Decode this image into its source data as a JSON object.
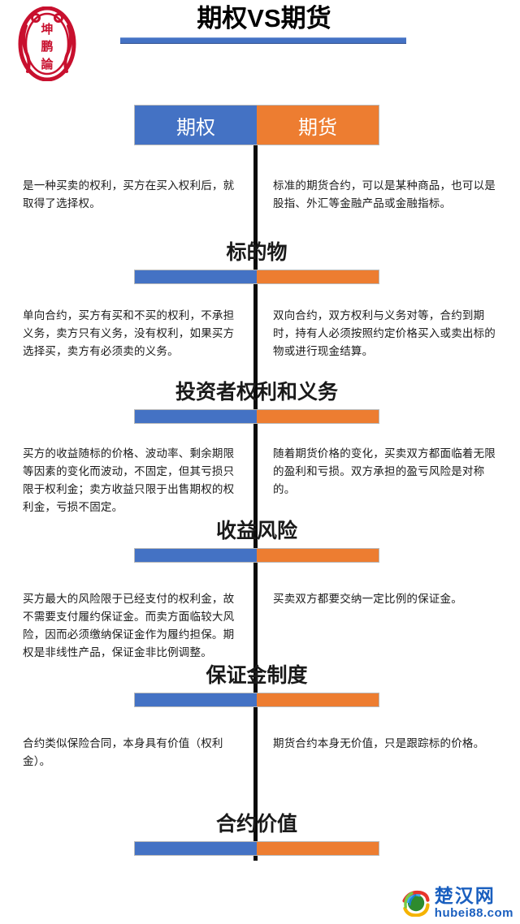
{
  "logo": {
    "name": "kunpenglun-seal",
    "characters": [
      "坤",
      "鹏",
      "論"
    ],
    "color": "#C8102E"
  },
  "header": {
    "title": "期权VS期货",
    "rule_color": "#4472C4"
  },
  "columns": {
    "left_label": "期权",
    "right_label": "期货",
    "left_color": "#4472C4",
    "right_color": "#ED7D31"
  },
  "sections": [
    {
      "heading": "标的物",
      "left": "是一种买卖的权利，买方在买入权利后，就取得了选择权。",
      "right": "标准的期货合约，可以是某种商品，也可以是股指、外汇等金融产品或金融指标。"
    },
    {
      "heading": "投资者权利和义务",
      "left": "单向合约，买方有买和不买的权利，不承担义务，卖方只有义务，没有权利，如果买方选择买，卖方有必须卖的义务。",
      "right": "双向合约，双方权利与义务对等，合约到期时，持有人必须按照约定价格买入或卖出标的物或进行现金结算。"
    },
    {
      "heading": "收益风险",
      "left": "买方的收益随标的价格、波动率、剩余期限等因素的变化而波动，不固定，但其亏损只限于权利金；卖方收益只限于出售期权的权利金，亏损不固定。",
      "right": "随着期货价格的变化，买卖双方都面临着无限的盈利和亏损。双方承担的盈亏风险是对称的。"
    },
    {
      "heading": "保证金制度",
      "left": "买方最大的风险限于已经支付的权利金，故不需要支付履约保证金。而卖方面临较大风险，因而必须缴纳保证金作为履约担保。期权是非线性产品，保证金非比例调整。",
      "right": "买卖双方都要交纳一定比例的保证金。"
    },
    {
      "heading": "合约价值",
      "left": "合约类似保险合同，本身具有价值（权利金）。",
      "right": "期货合约本身无价值，只是跟踪标的价格。"
    }
  ],
  "watermark": {
    "site_cn": "楚汉网",
    "site_url": "hubei88.com",
    "color": "#1A5FBF"
  }
}
